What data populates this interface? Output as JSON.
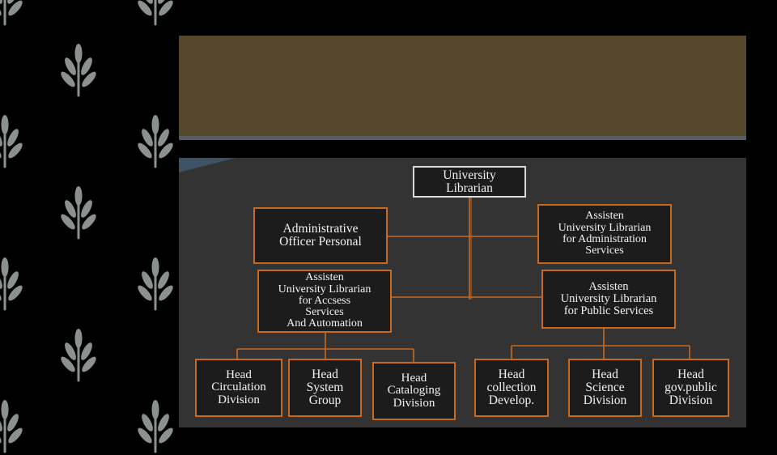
{
  "decor": {
    "icon": "leaf-sprig-icon",
    "icon_color": "#8a928e",
    "background": "#000000"
  },
  "banner": {
    "color": "#54472a",
    "underline_color": "#595c63"
  },
  "org_chart": {
    "line_color": "#c86a1e",
    "root": {
      "label": "University\nLibrarian"
    },
    "admin_officer": {
      "label": "Administrative\nOfficer Personal"
    },
    "aul_admin": {
      "label": "Assisten\nUniversity Librarian\nfor Administration\nServices"
    },
    "aul_access": {
      "label": "Assisten\nUniversity Librarian\nfor Accsess\nServices\nAnd Automation"
    },
    "aul_public": {
      "label": "Assisten\nUniversity Librarian\nfor Public Services"
    },
    "head_circulation": {
      "label": "Head\nCirculation\nDivision"
    },
    "head_system": {
      "label": "Head\nSystem\nGroup"
    },
    "head_cataloging": {
      "label": "Head\nCataloging\nDivision"
    },
    "head_collection": {
      "label": "Head\ncollection\nDevelop."
    },
    "head_science": {
      "label": "Head\nScience\nDivision"
    },
    "head_govpublic": {
      "label": "Head\ngov.public\nDivision"
    }
  }
}
